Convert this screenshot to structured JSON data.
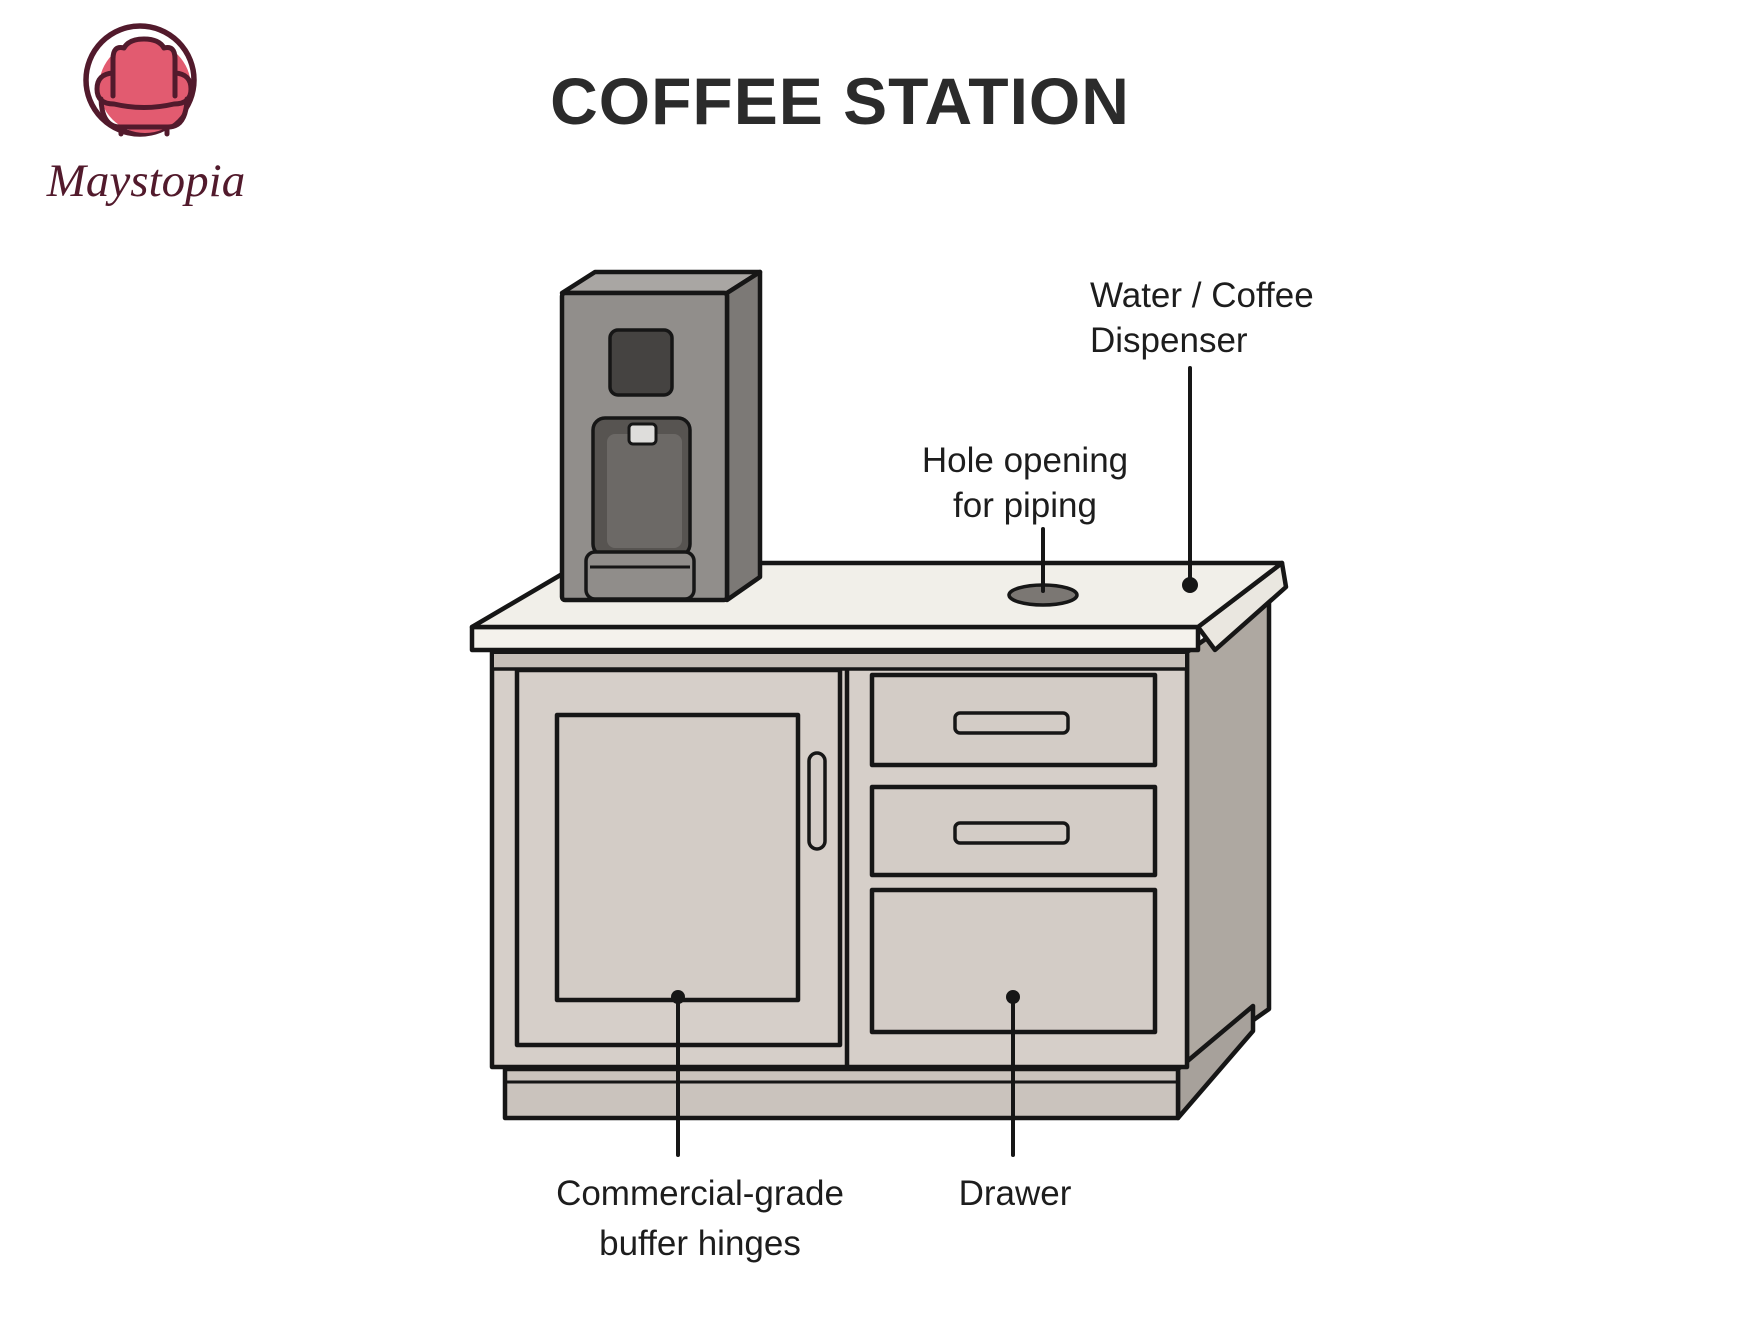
{
  "brand": {
    "name": "Maystopia",
    "icon": "armchair-icon"
  },
  "title": "COFFEE STATION",
  "labels": {
    "dispenser": {
      "line1": "Water / Coffee",
      "line2": "Dispenser"
    },
    "hole": {
      "line1": "Hole opening",
      "line2": "for piping"
    },
    "hinges": {
      "line1": "Commercial-grade",
      "line2": "buffer hinges"
    },
    "drawer": {
      "text": "Drawer"
    }
  },
  "colors": {
    "outline": "#161616",
    "text": "#1d1d1d",
    "title": "#2b2b2b",
    "brand_maroon": "#521a2c",
    "brand_pink": "#e25b70",
    "white": "#ffffff",
    "counter_top": "#f1efe9",
    "counter_front": "#f4f2ec",
    "counter_end": "#eae7e0",
    "cabinet_face": "#d6cfc9",
    "cabinet_rail": "#c6bfb8",
    "panel": "#d3ccc6",
    "side_face": "#aea8a1",
    "plinth": "#cac3bd",
    "plinth_end": "#a7a19b",
    "disp_front": "#918e8b",
    "disp_top": "#a9a6a3",
    "disp_side": "#7c7976",
    "screen": "#454341",
    "recess": "#575451",
    "recess_inner": "#6c6966",
    "button": "#dedddb",
    "tray": "#908d8a",
    "hole_fill": "#7b7773"
  }
}
